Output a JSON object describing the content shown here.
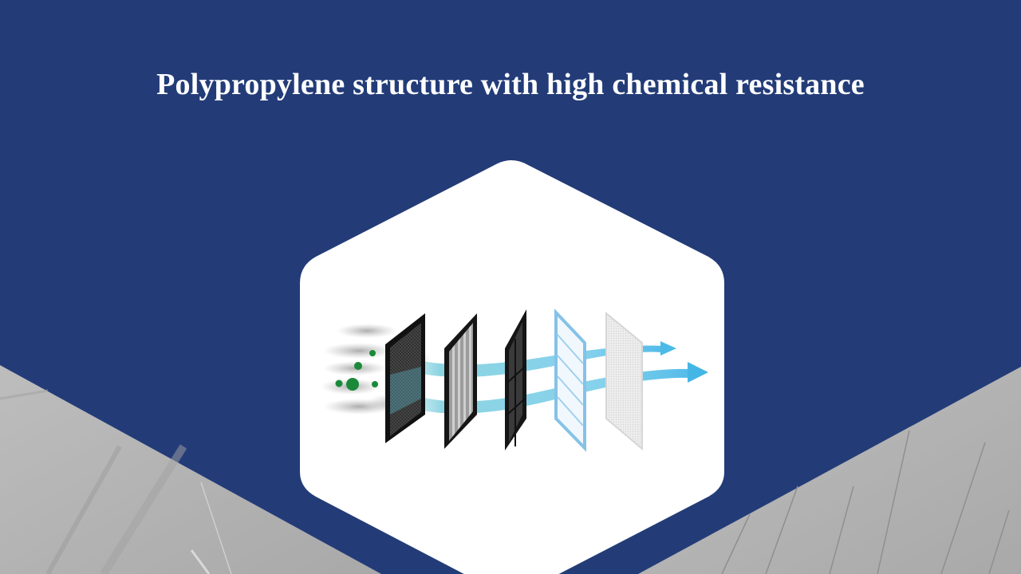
{
  "slide": {
    "title": "Polypropylene structure with high chemical resistance",
    "colors": {
      "background": "#233c78",
      "panel": "#ffffff",
      "decor_grey": "#b4b4b4",
      "airflow": "#5bc6e3",
      "particles": "#1a8a3a"
    },
    "illustration": {
      "name": "multi-stage-filter-diagram",
      "layers": [
        {
          "name": "pre-filter-mesh",
          "style": "dark mesh"
        },
        {
          "name": "pleated-filter",
          "style": "dark frame, grey pleats"
        },
        {
          "name": "carbon-grid-filter",
          "style": "dark grid"
        },
        {
          "name": "blue-frame-filter",
          "style": "light blue frame"
        },
        {
          "name": "fine-white-mesh",
          "style": "white mesh"
        }
      ],
      "airflow_arrows": 2,
      "particles": 5
    }
  }
}
